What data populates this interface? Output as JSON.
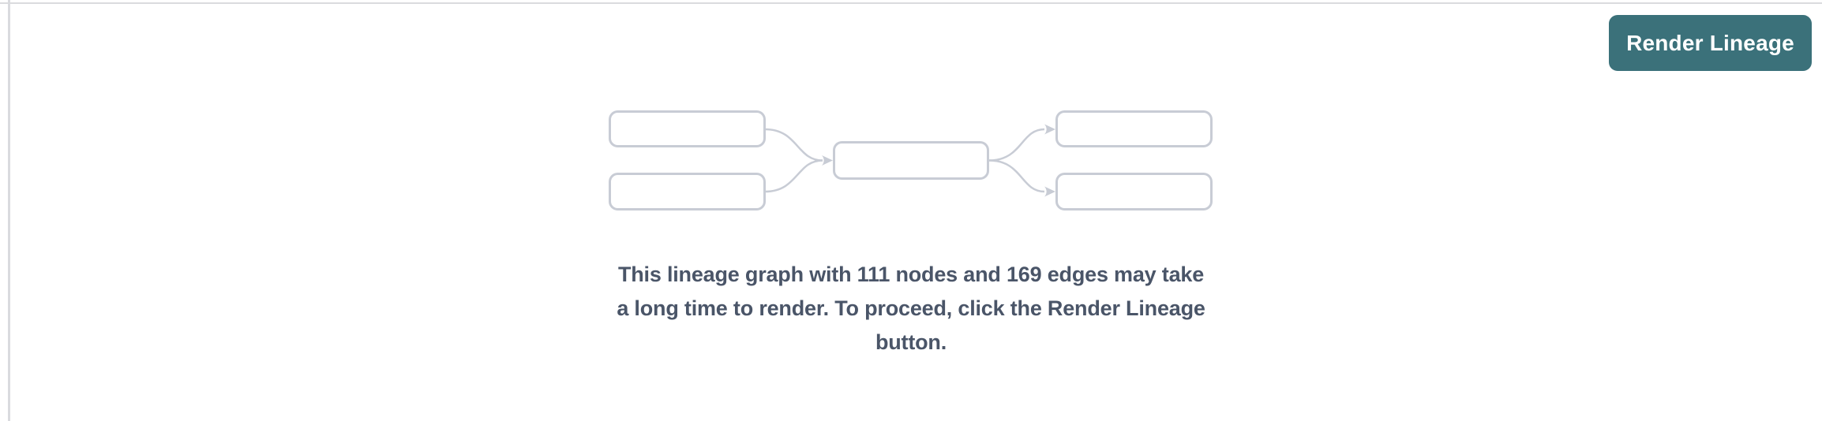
{
  "colors": {
    "accent-teal": "#3b717a",
    "panel-border": "#dadbde",
    "diagram-stroke": "#c8ccd5",
    "message-text": "#4a5568",
    "button-text": "#ffffff"
  },
  "header": {
    "render_button_label": "Render Lineage"
  },
  "lineage_stats": {
    "nodes": 111,
    "edges": 169
  },
  "placeholder": {
    "illustration": "lineage-graph-placeholder-5-nodes",
    "message_lines": [
      "This lineage graph with 111 nodes and 169 edges may take",
      "a long time to render. To proceed, click the Render Lineage",
      "button."
    ]
  }
}
